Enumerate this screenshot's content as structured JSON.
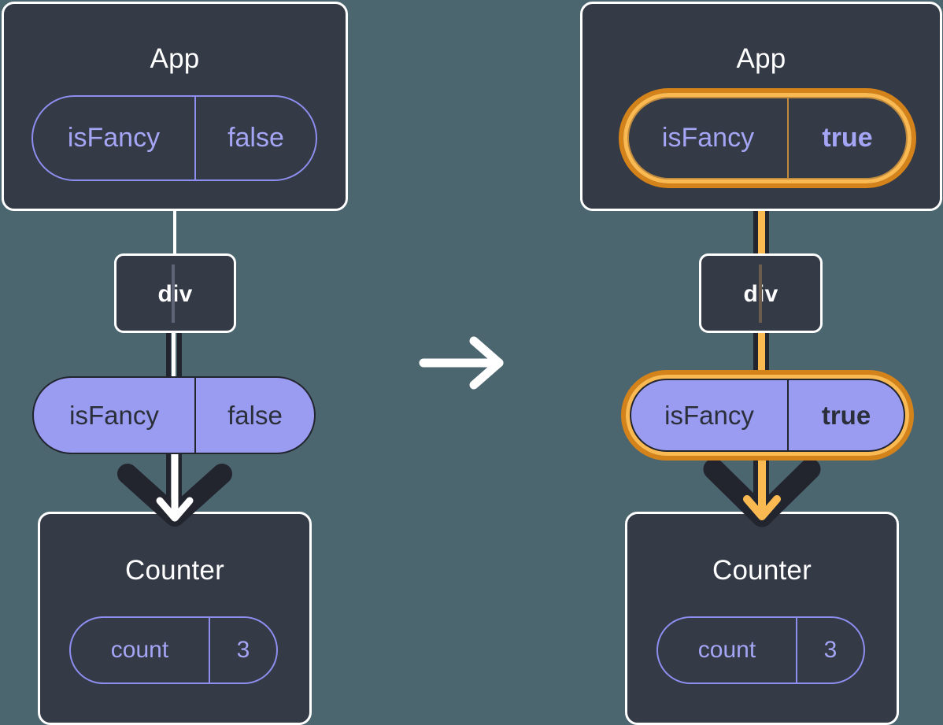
{
  "diagram": {
    "title": "React state update propagation diagram",
    "type": "react-component-tree",
    "colors": {
      "background": "#4c6670",
      "box_fill": "#343a46",
      "box_border": "#ffffff",
      "pill_purple": "#9a9cf2",
      "pill_outline": "#8e8ef0",
      "pill_text_light": "#a5a5f5",
      "pill_text_dark": "#2b2f3a",
      "highlight_orange": "#fbb951",
      "highlight_orange_dark": "#d4821a",
      "connector_dark": "#22242e",
      "connector_white": "#ffffff"
    },
    "transition_arrow": "arrow-right-icon"
  },
  "before": {
    "panel_name": "before-state",
    "app": {
      "title": "App",
      "state_pill": {
        "key": "isFancy",
        "value": "false",
        "style": "outline",
        "highlighted": false
      }
    },
    "div": {
      "title": "div"
    },
    "prop_pill": {
      "key": "isFancy",
      "value": "false",
      "style": "solid",
      "highlighted": false
    },
    "counter": {
      "title": "Counter",
      "state_pill": {
        "key": "count",
        "value": "3",
        "style": "outline",
        "highlighted": false
      }
    }
  },
  "after": {
    "panel_name": "after-state",
    "app": {
      "title": "App",
      "state_pill": {
        "key": "isFancy",
        "value": "true",
        "style": "outline",
        "highlighted": true,
        "sparkle_icon": "sparkles-icon"
      }
    },
    "div": {
      "title": "div"
    },
    "prop_pill": {
      "key": "isFancy",
      "value": "true",
      "style": "solid",
      "highlighted": true,
      "sparkle_icon": "sparkles-icon"
    },
    "counter": {
      "title": "Counter",
      "state_pill": {
        "key": "count",
        "value": "3",
        "style": "outline",
        "highlighted": false
      }
    }
  }
}
